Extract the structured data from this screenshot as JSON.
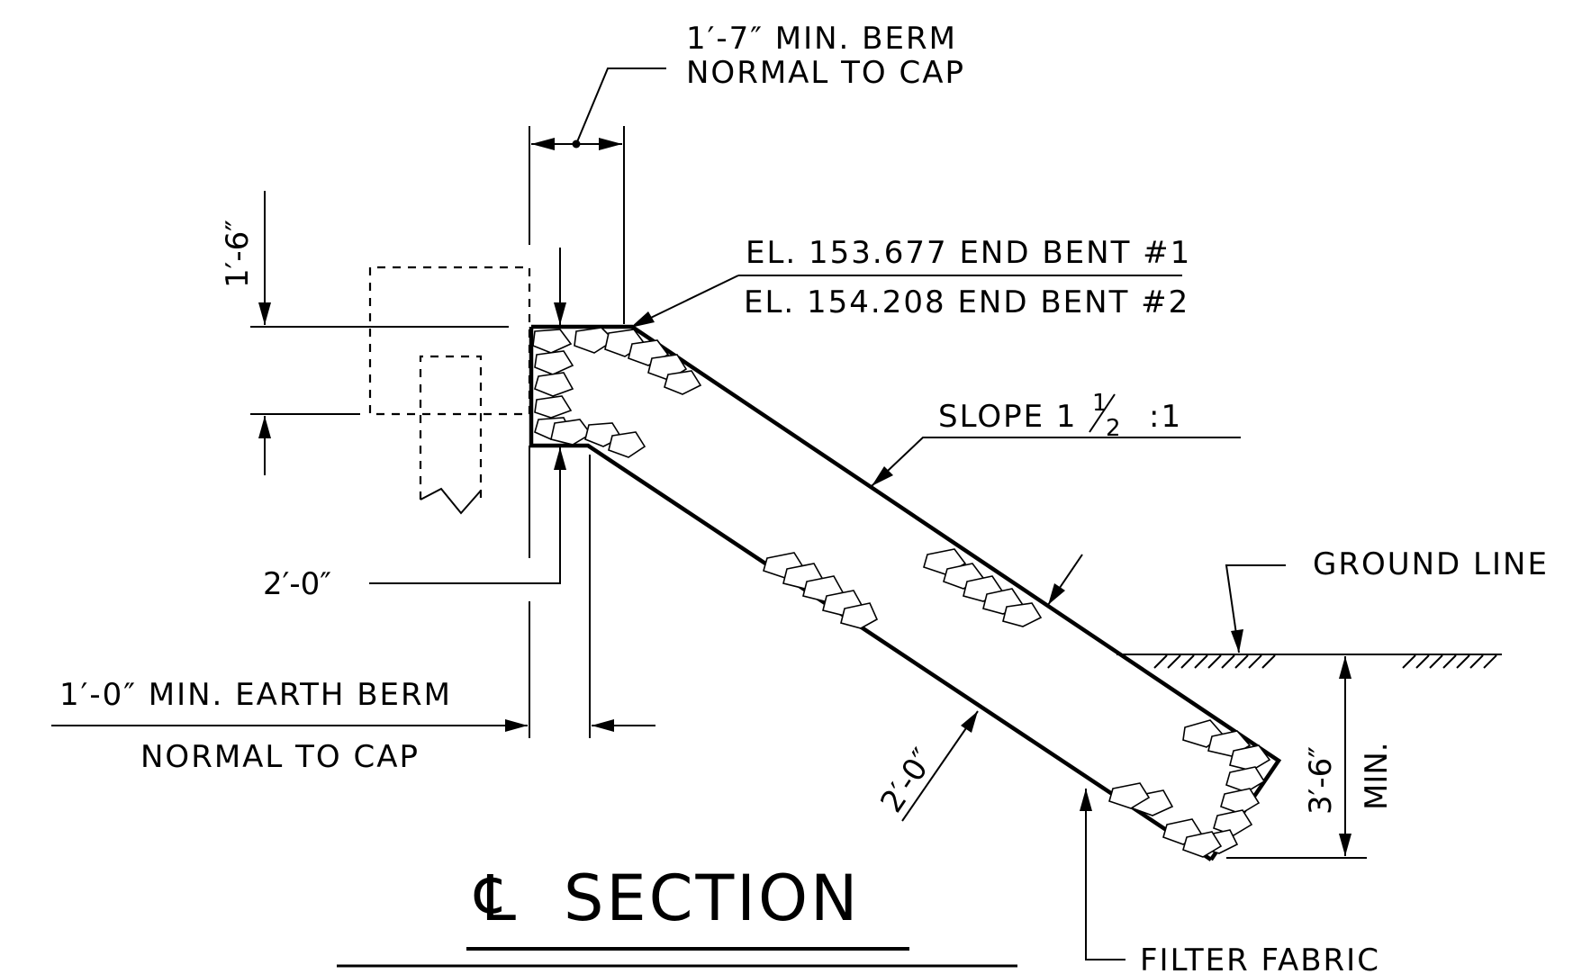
{
  "labels": {
    "berm_top_line1": "1′-7″ MIN. BERM",
    "berm_top_line2": "NORMAL TO CAP",
    "el_bent1": "EL. 153.677 END BENT  #1",
    "el_bent2": "EL. 154.208 END BENT  #2",
    "slope": "SLOPE 1",
    "slope_frac_num": "1",
    "slope_frac_den": "2",
    "slope_ratio": ":1",
    "ground_line": "GROUND LINE",
    "earth_berm_line1": "1′-0″ MIN. EARTH BERM",
    "earth_berm_line2": "NORMAL TO CAP",
    "filter_fabric": "FILTER FABRIC"
  },
  "dimensions": {
    "cap_height": "1′-6″",
    "riprap_vertical": "2′-0″",
    "riprap_thickness": "2′-0″",
    "toe_depth": "3′-6″",
    "toe_depth_note": "MIN."
  },
  "title": {
    "symbol": "℄",
    "text": "SECTION"
  },
  "colors": {
    "ink": "#000000",
    "paper": "#ffffff"
  }
}
